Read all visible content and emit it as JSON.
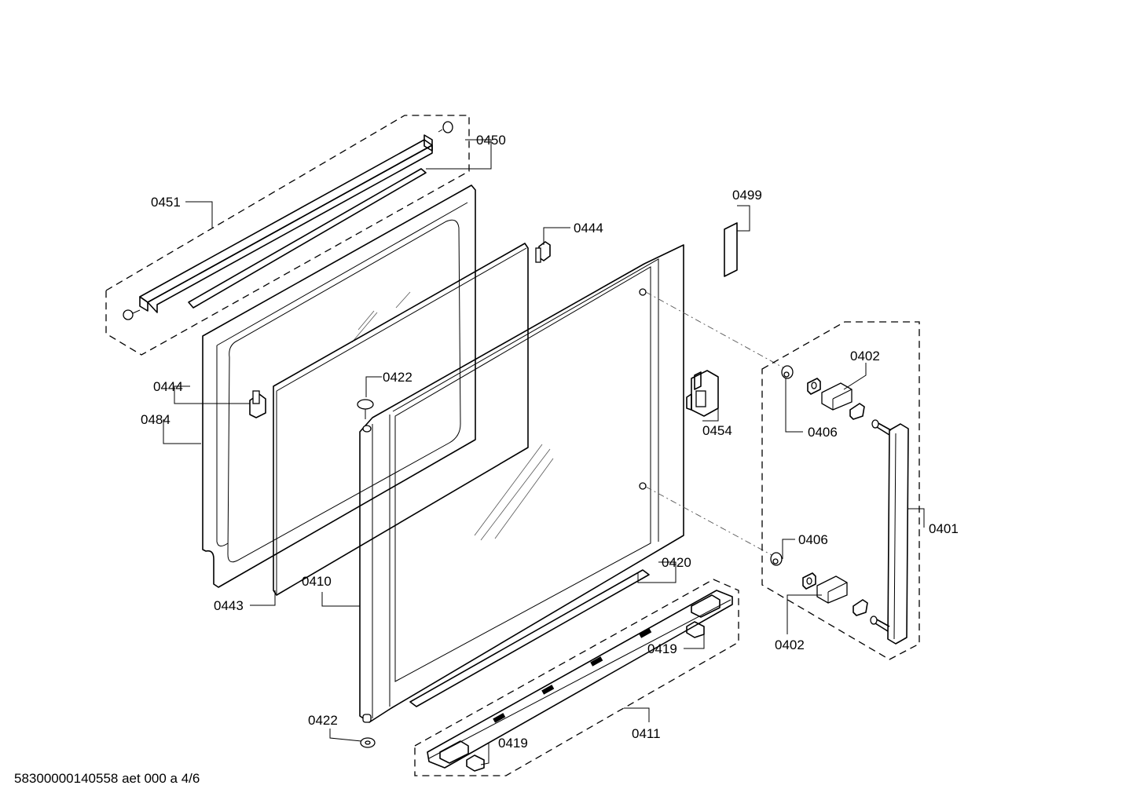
{
  "labels": {
    "l0450": "0450",
    "l0451": "0451",
    "l0499": "0499",
    "l0444a": "0444",
    "l0444b": "0444",
    "l0422a": "0422",
    "l0484": "0484",
    "l0454": "0454",
    "l0402a": "0402",
    "l0406a": "0406",
    "l0401": "0401",
    "l0406b": "0406",
    "l0420": "0420",
    "l0410": "0410",
    "l0443": "0443",
    "l0419a": "0419",
    "l0402b": "0402",
    "l0422b": "0422",
    "l0411": "0411",
    "l0419b": "0419"
  },
  "footer": "58300000140558 aet 000 a 4/6"
}
